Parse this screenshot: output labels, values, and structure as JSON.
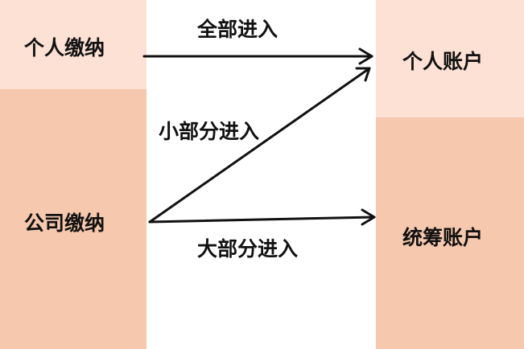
{
  "sources": {
    "personal_pay": "个人缴纳",
    "company_pay": "公司缴纳"
  },
  "targets": {
    "personal_account": "个人账户",
    "pooled_account": "统筹账户"
  },
  "flows": {
    "all_in": "全部进入",
    "small_in": "小部分进入",
    "large_in": "大部分进入"
  },
  "colors": {
    "light_peach": "#fde1d5",
    "peach": "#f6c8ad",
    "arrow": "#111111"
  }
}
